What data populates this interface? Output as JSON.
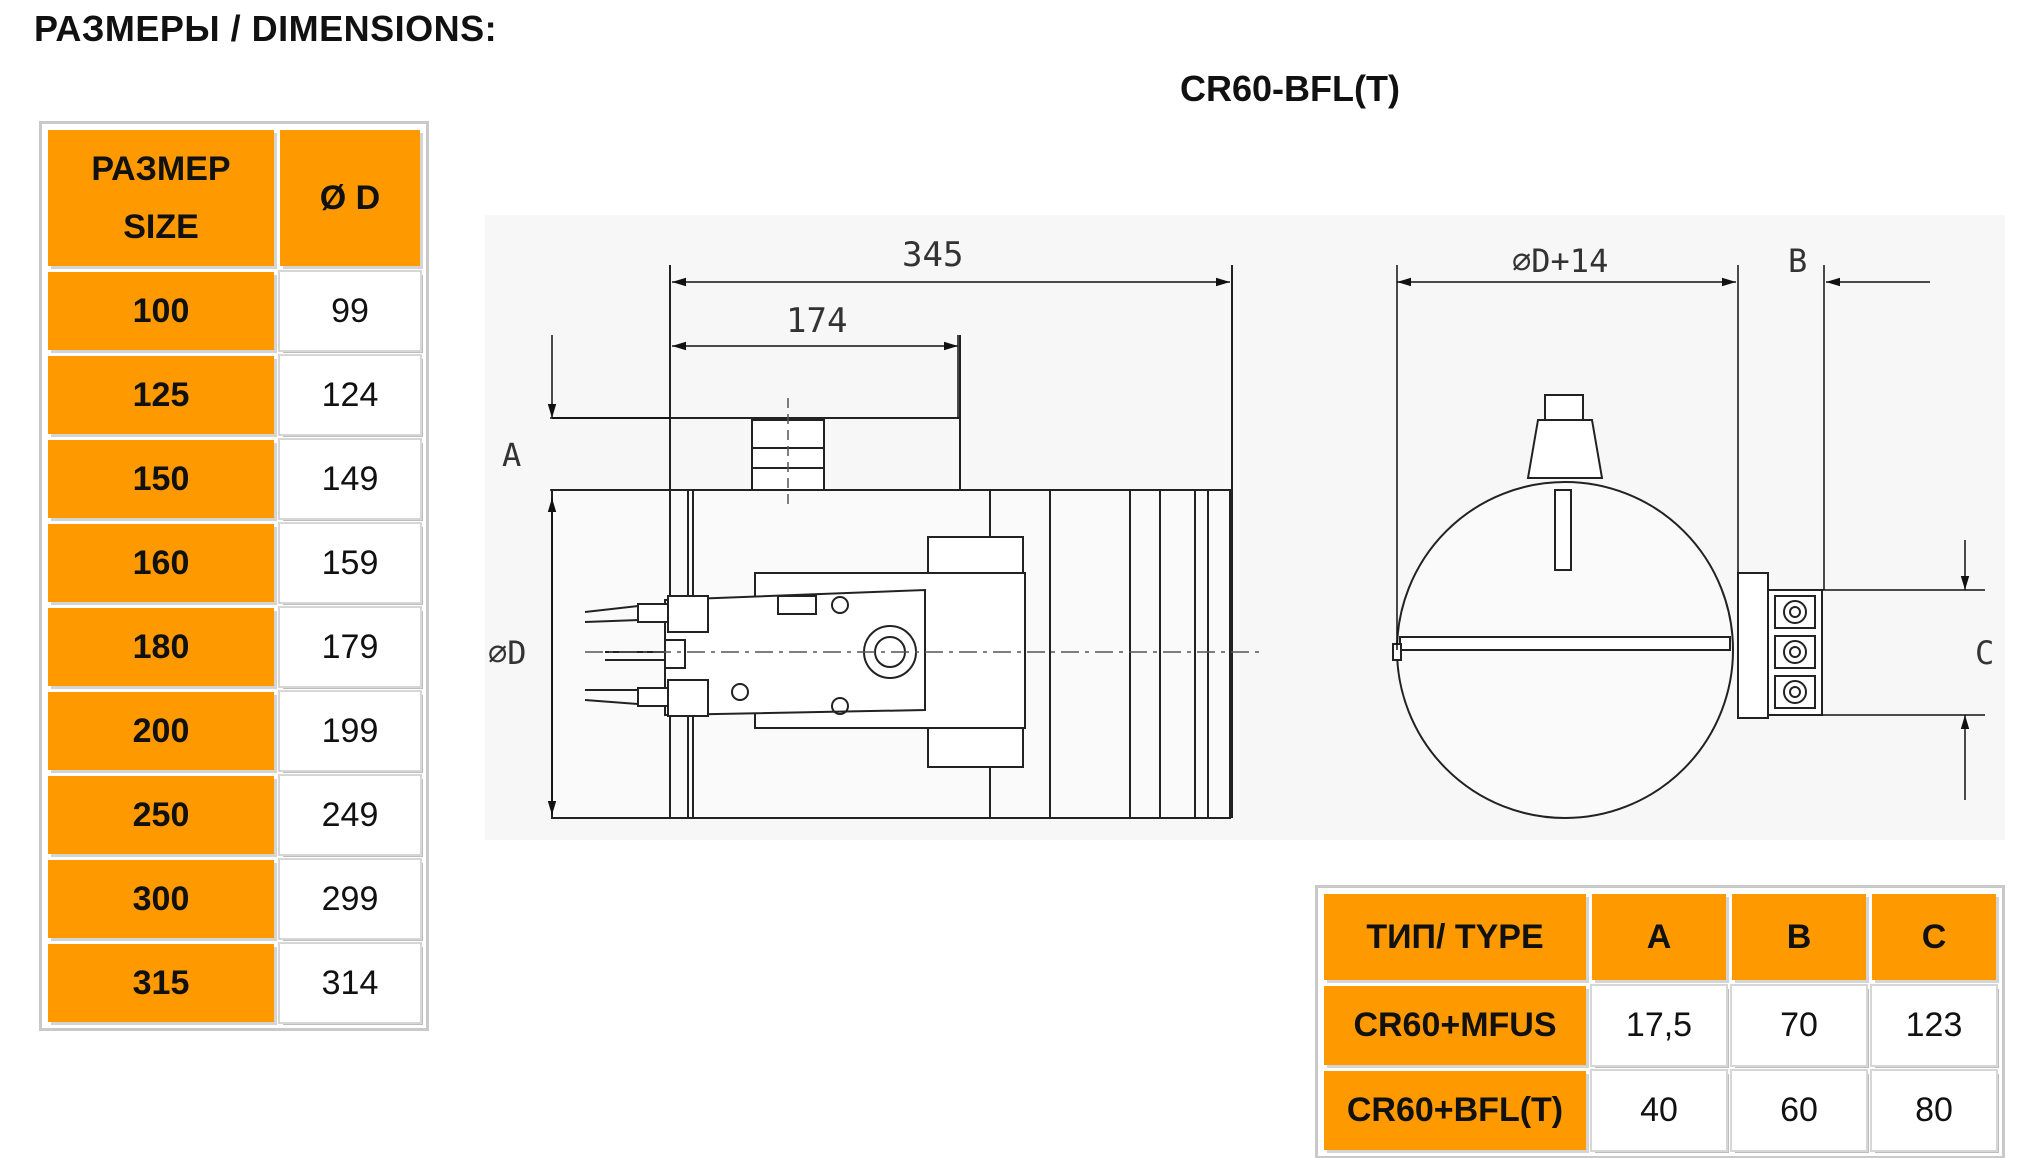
{
  "heading": "РАЗМЕРЫ / DIMENSIONS:",
  "model": "CR60-BFL(T)",
  "size_table": {
    "header_size_line1": "РАЗМЕР",
    "header_size_line2": "SIZE",
    "header_d": "Ø D",
    "rows": [
      {
        "size": "100",
        "d": "99"
      },
      {
        "size": "125",
        "d": "124"
      },
      {
        "size": "150",
        "d": "149"
      },
      {
        "size": "160",
        "d": "159"
      },
      {
        "size": "180",
        "d": "179"
      },
      {
        "size": "200",
        "d": "199"
      },
      {
        "size": "250",
        "d": "249"
      },
      {
        "size": "300",
        "d": "299"
      },
      {
        "size": "315",
        "d": "314"
      }
    ]
  },
  "type_table": {
    "header_type": "ТИП/ TYPE",
    "header_a": "A",
    "header_b": "B",
    "header_c": "C",
    "rows": [
      {
        "type": "CR60+MFUS",
        "a": "17,5",
        "b": "70",
        "c": "123"
      },
      {
        "type": "CR60+BFL(T)",
        "a": "40",
        "b": "60",
        "c": "80"
      }
    ]
  },
  "drawing": {
    "dim_345": "345",
    "dim_174": "174",
    "dim_a": "A",
    "dim_d": "⌀D",
    "dim_d14": "⌀D+14",
    "dim_b": "B",
    "dim_c": "C"
  }
}
